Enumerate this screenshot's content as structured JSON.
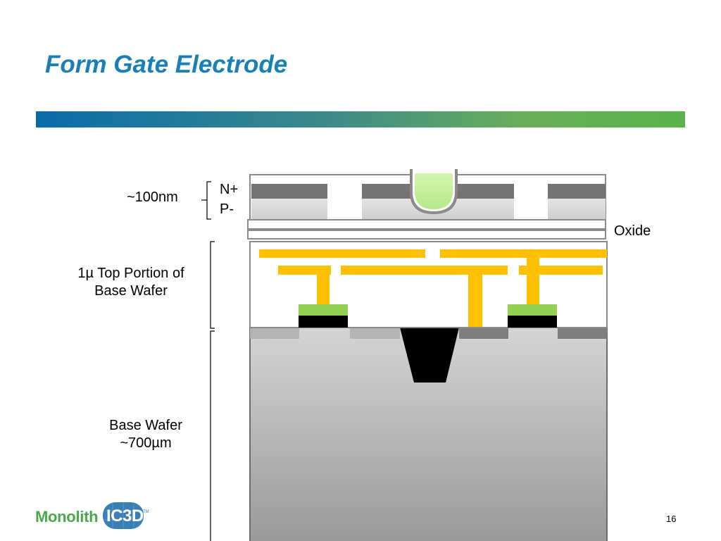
{
  "slide": {
    "title": "Form Gate Electrode",
    "page_number": "16"
  },
  "diagram": {
    "labels": {
      "n_plus": "N+",
      "p_minus": "P-",
      "thickness_100nm": "~100nm",
      "oxide": "Oxide",
      "top_portion_line1": "1µ Top Portion of",
      "top_portion_line2": "Base Wafer",
      "base_wafer_line1": "Base Wafer",
      "base_wafer_line2": "~700µm"
    },
    "colors": {
      "n_plus_layer": "#747474",
      "p_minus_layer": "#d8d8d8",
      "gate": "#c8f0a0",
      "metal_interconnect": "#ffc000",
      "contact_green": "#92d050",
      "contact_black": "#000000",
      "base_wafer_top": "#d2d2d2",
      "base_wafer_bottom": "#9a9a9a",
      "trench": "#000000",
      "frame": "#7f7f7f"
    }
  },
  "logo": {
    "word": "Monolith",
    "mark": "IC3D",
    "tm": "TM",
    "brand_green": "#4aa84a",
    "brand_blue": "#3a7fb3"
  }
}
